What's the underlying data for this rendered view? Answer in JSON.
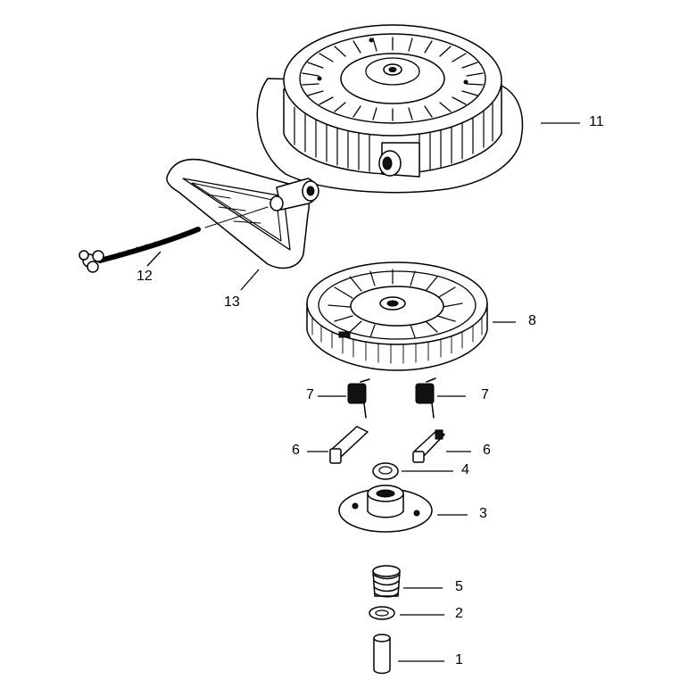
{
  "diagram": {
    "callouts": [
      {
        "id": "callout-11",
        "label": "11"
      },
      {
        "id": "callout-12",
        "label": "12"
      },
      {
        "id": "callout-13",
        "label": "13"
      },
      {
        "id": "callout-8",
        "label": "8"
      },
      {
        "id": "callout-7-left",
        "label": "7"
      },
      {
        "id": "callout-7-right",
        "label": "7"
      },
      {
        "id": "callout-6-left",
        "label": "6"
      },
      {
        "id": "callout-6-right",
        "label": "6"
      },
      {
        "id": "callout-4",
        "label": "4"
      },
      {
        "id": "callout-3",
        "label": "3"
      },
      {
        "id": "callout-5",
        "label": "5"
      },
      {
        "id": "callout-2",
        "label": "2"
      },
      {
        "id": "callout-1",
        "label": "1"
      }
    ]
  },
  "colors": {
    "ink": "#000000",
    "background": "#ffffff"
  }
}
